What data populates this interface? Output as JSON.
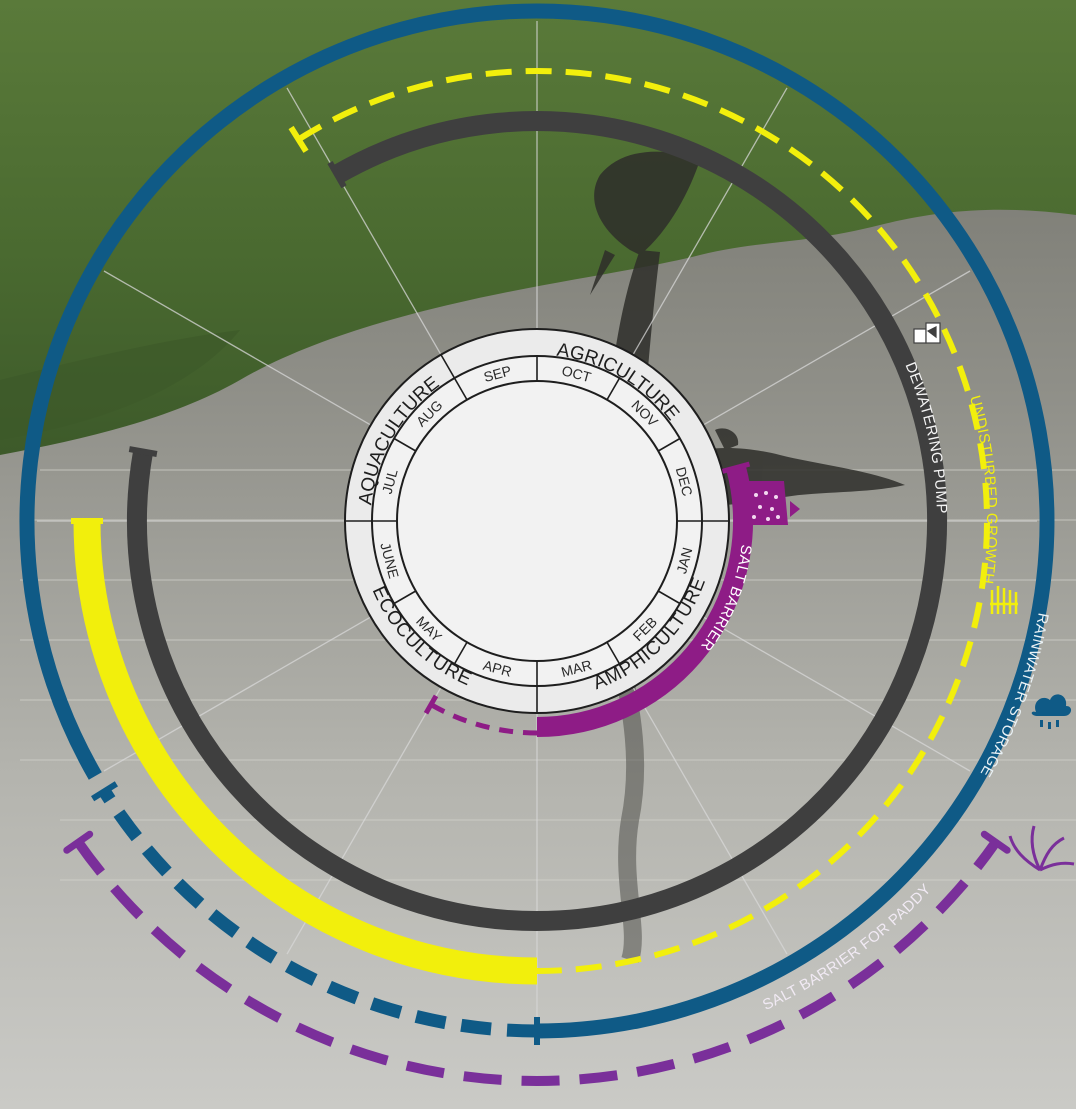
{
  "months": [
    "JAN",
    "FEB",
    "MAR",
    "APR",
    "MAY",
    "JUNE",
    "JUL",
    "AUG",
    "SEP",
    "OCT",
    "NOV",
    "DEC"
  ],
  "seasons": [
    {
      "id": "agriculture",
      "label": "AGRICULTURE",
      "icon": "sheaf-icon"
    },
    {
      "id": "amphiculture",
      "label": "AMPHICULTURE",
      "icon": "shrimp-icon"
    },
    {
      "id": "ecoculture",
      "label": "ECOCULTURE",
      "icon": "leaf-icon"
    },
    {
      "id": "aquaculture",
      "label": "AQUACULTURE",
      "icon": "fish-icon"
    }
  ],
  "tracks": [
    {
      "id": "salt-barrier",
      "label": "SALT BARRIER",
      "color": "#8e1c86",
      "style": "solid+dashed",
      "icon": "salt-crystal-icon"
    },
    {
      "id": "dewatering-pump",
      "label": "DEWATERING PUMP",
      "color": "#3f3f3f",
      "style": "solid",
      "icon": "pump-icon"
    },
    {
      "id": "undisturbed-growth",
      "label": "UNDISTURBED GROWTH",
      "color": "#f2ef0c",
      "style": "solid+dashed",
      "icon": "reeds-icon"
    },
    {
      "id": "rainwater-storage",
      "label": "RAINWATER STORAGE",
      "color": "#0f5a86",
      "style": "solid+dashed",
      "icon": "rain-cloud-icon"
    },
    {
      "id": "salt-barrier-for-paddy",
      "label": "SALT BARRIER FOR PADDY",
      "color": "#7a2f9a",
      "style": "dashed",
      "icon": "paddy-plant-icon"
    }
  ]
}
